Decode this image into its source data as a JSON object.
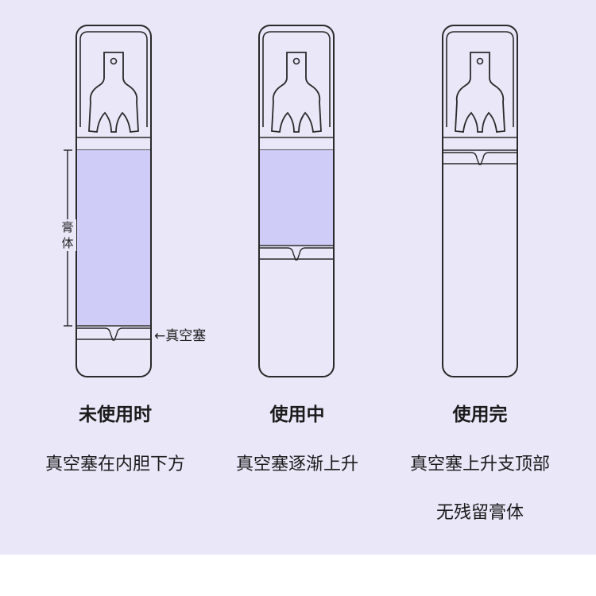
{
  "labels": {
    "paste_body": "膏体",
    "piston_arrow": "←",
    "piston_name": "真空塞"
  },
  "stages": [
    {
      "title": "未使用时",
      "line1": "真空塞在内胆下方",
      "line2": ""
    },
    {
      "title": "使用中",
      "line1": "真空塞逐渐上升",
      "line2": ""
    },
    {
      "title": "使用完",
      "line1": "真空塞上升支顶部",
      "line2": "无残留膏体"
    }
  ],
  "colors": {
    "background": "#e9e7f8",
    "paste_fill": "#cfcdf7",
    "bottle_fill": "#e9e7f8",
    "outline": "#2a2a2a"
  }
}
